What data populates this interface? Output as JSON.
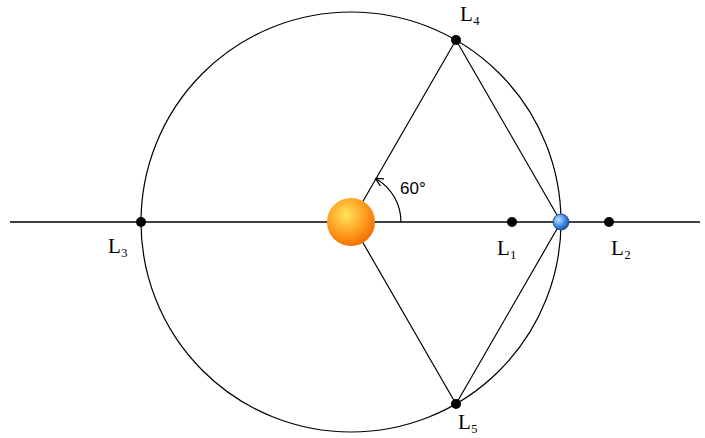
{
  "diagram": {
    "labels": [
      "L₄",
      "60°",
      "L₃",
      "L₁",
      "L₂",
      "L₅"
    ]
  }
}
